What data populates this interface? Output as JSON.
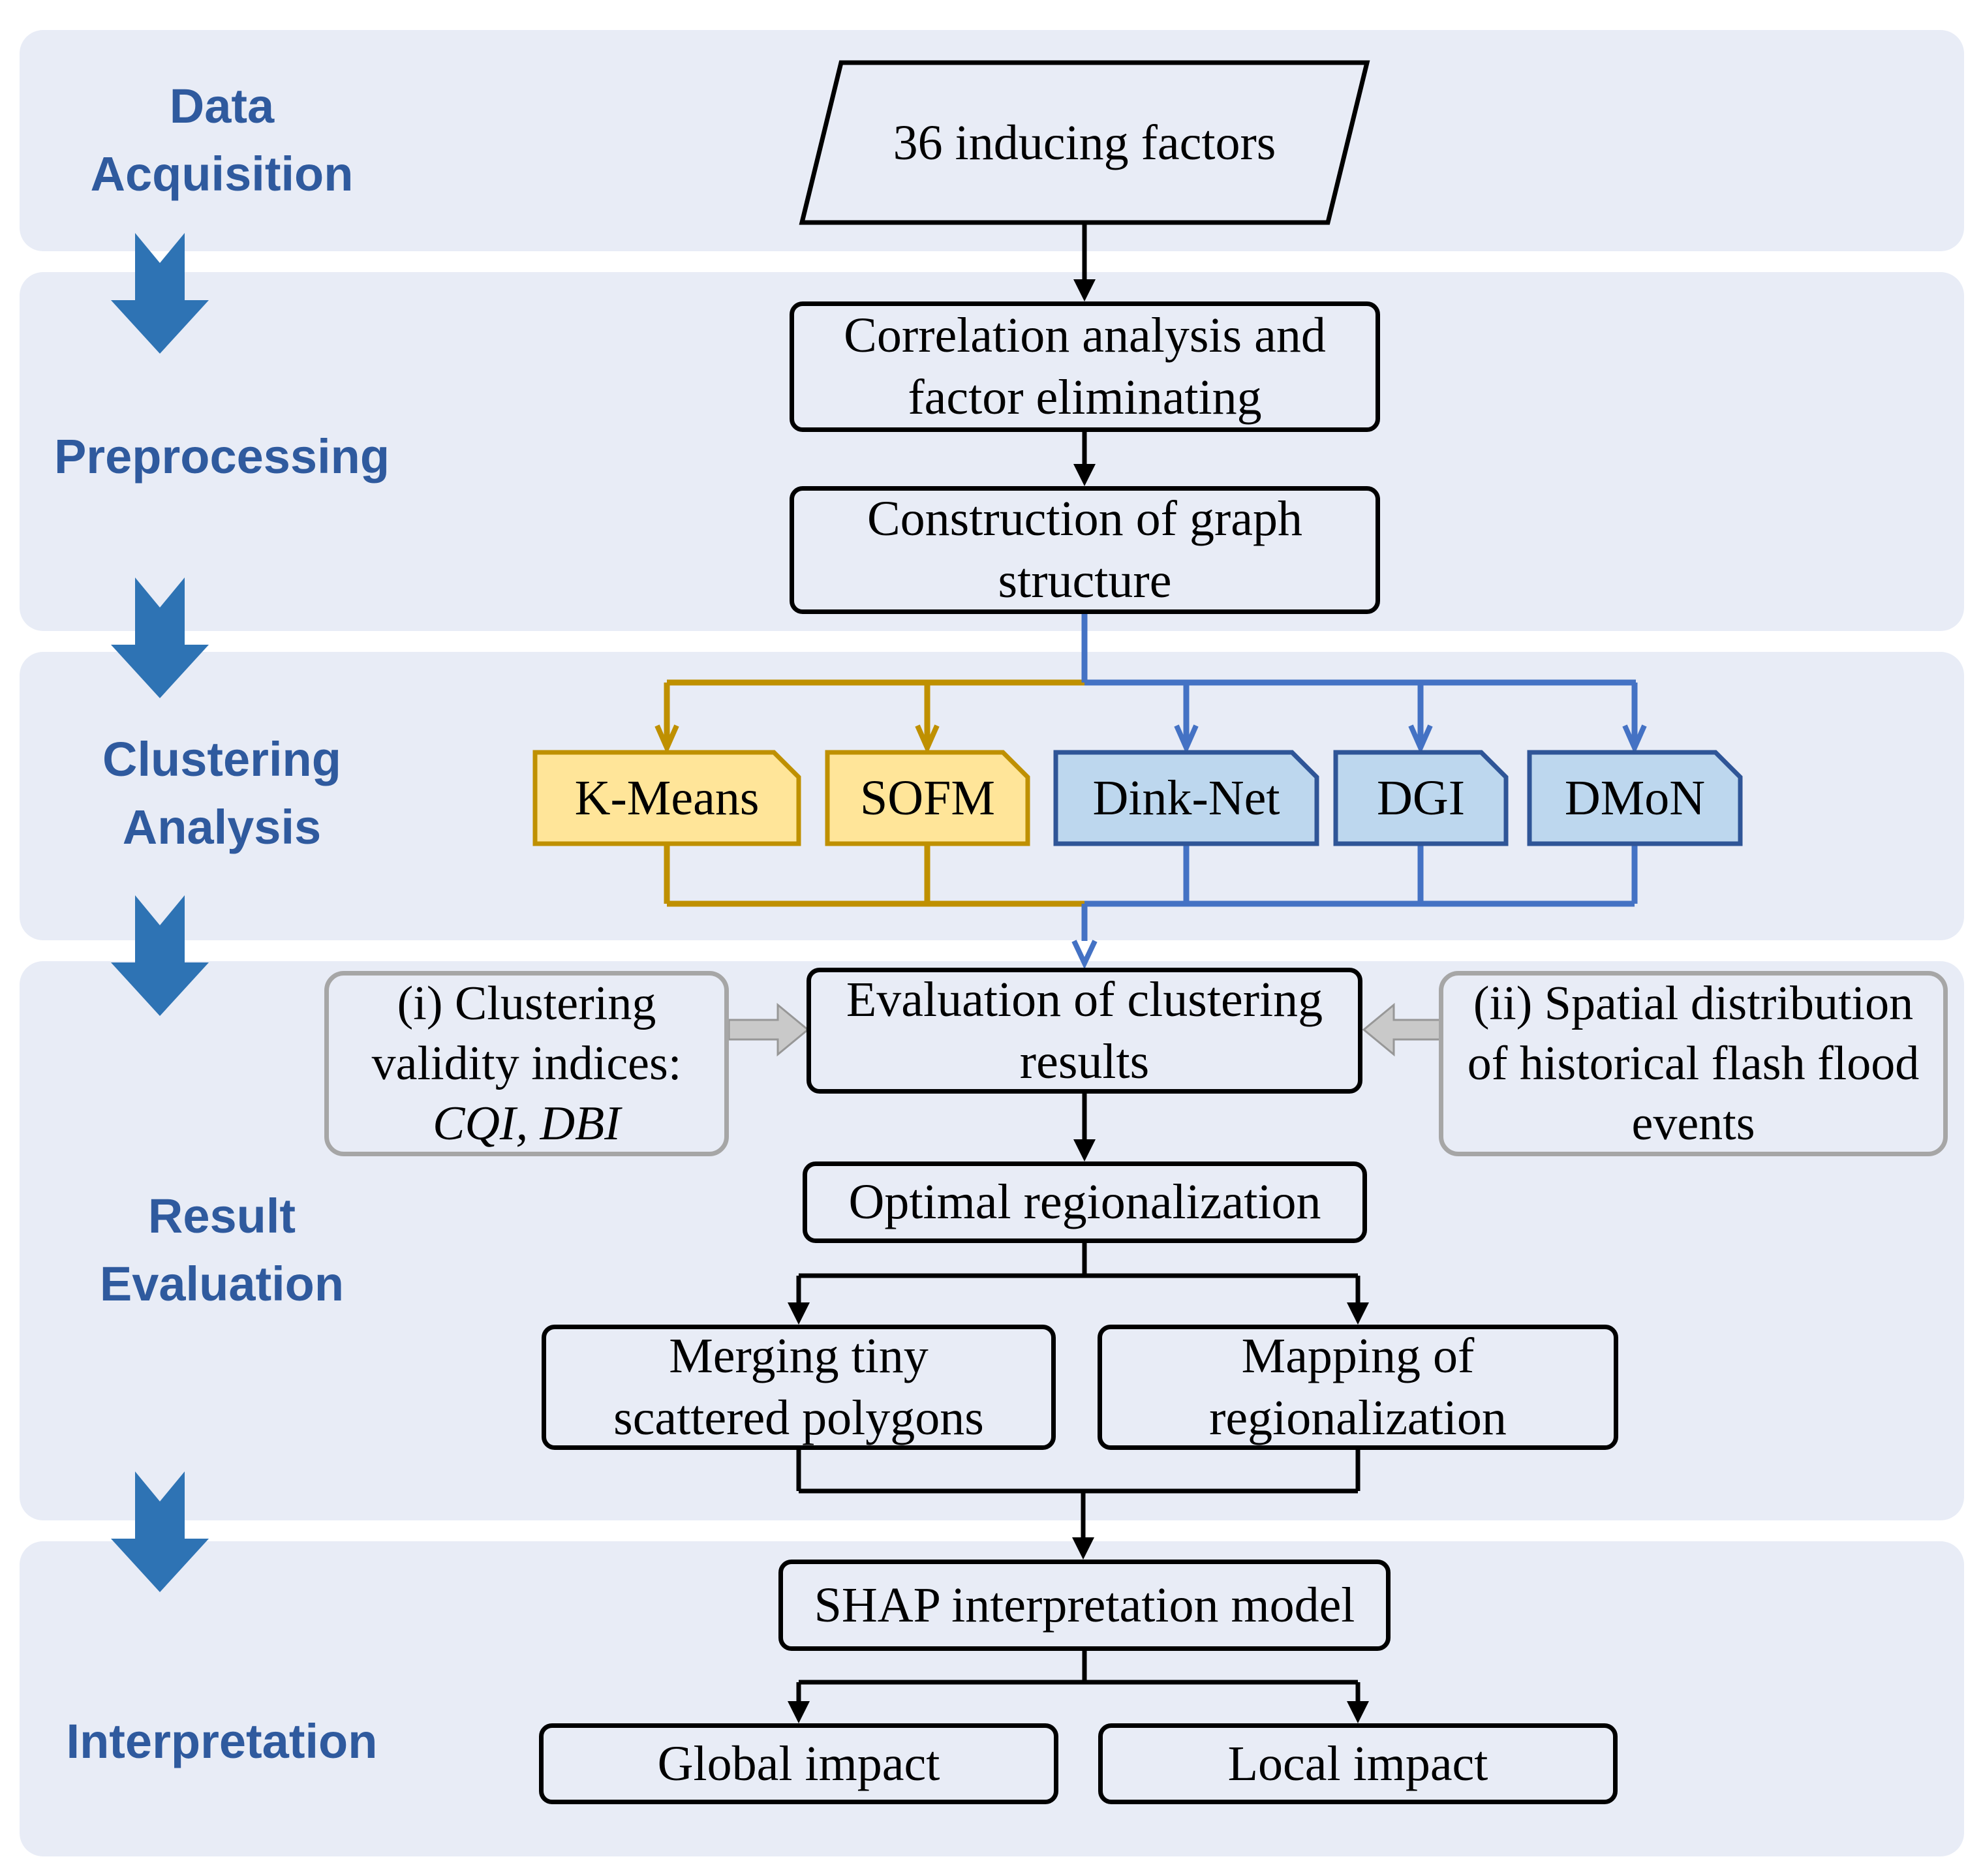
{
  "stages": [
    {
      "label": "Data\nAcquisition"
    },
    {
      "label": "Preprocessing"
    },
    {
      "label": "Clustering\nAnalysis"
    },
    {
      "label": "Result\nEvaluation"
    },
    {
      "label": "Interpretation"
    }
  ],
  "pipeline": {
    "inducing_factors": "36 inducing factors",
    "correlation": "Correlation analysis and\nfactor eliminating",
    "graph_construction": "Construction of graph\nstructure",
    "evaluation": "Evaluation of clustering\nresults",
    "optimal": "Optimal regionalization",
    "merging": "Merging tiny\nscattered polygons",
    "mapping": "Mapping of\nregionalization",
    "shap": "SHAP interpretation model",
    "global_impact": "Global impact",
    "local_impact": "Local impact"
  },
  "clustering_methods": [
    {
      "name": "K-Means",
      "family": "conventional"
    },
    {
      "name": "SOFM",
      "family": "conventional"
    },
    {
      "name": "Dink-Net",
      "family": "graph"
    },
    {
      "name": "DGI",
      "family": "graph"
    },
    {
      "name": "DMoN",
      "family": "graph"
    }
  ],
  "evaluation_inputs": {
    "left": {
      "lines": "(i) Clustering\nvalidity indices:",
      "italic_line": "CQI, DBI"
    },
    "right": {
      "lines": "(ii) Spatial distribution\nof historical flash flood\nevents"
    }
  },
  "colors": {
    "band_background": "#E8ECF6",
    "stage_label_blue": "#2F5A9E",
    "stage_arrow_blue": "#2E73B4",
    "conventional_fill": "#FFE599",
    "conventional_border": "#BF9000",
    "graph_fill": "#BDD7EE",
    "graph_border": "#2F5597",
    "graph_line_blue": "#4472C4",
    "gray_border": "#A6A6A6",
    "gray_arrow": "#C9C9C9",
    "connector_black": "#000000"
  }
}
